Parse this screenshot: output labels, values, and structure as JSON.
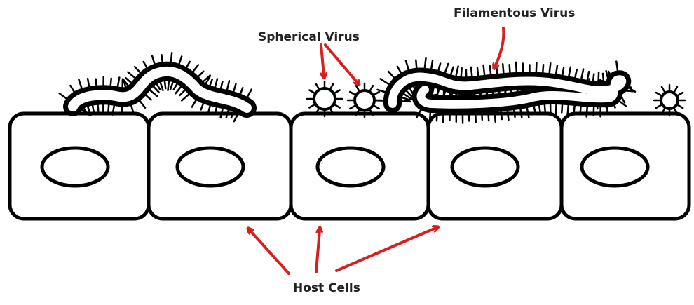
{
  "labels": {
    "filamentous": "Filamentous Virus",
    "spherical": "Spherical Virus",
    "host": "Host Cells"
  },
  "colors": {
    "outline": "#000000",
    "arrow": "#d62020",
    "text": "#222222",
    "background": "#ffffff"
  },
  "cells": {
    "count": 5,
    "shape": "rounded rectangle with oval nucleus"
  },
  "viruses": {
    "filamentous_count": 2,
    "spherical_count": 3
  }
}
